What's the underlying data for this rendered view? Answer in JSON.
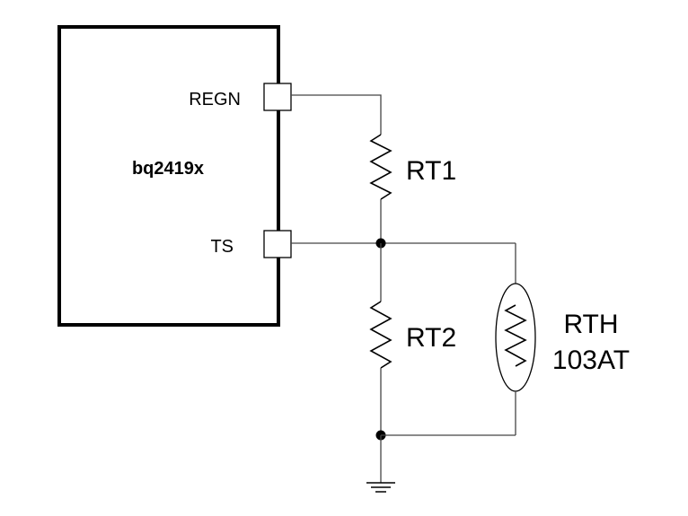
{
  "chip": {
    "name": "bq2419x",
    "pins": {
      "regn": "REGN",
      "ts": "TS"
    }
  },
  "components": {
    "rt1": "RT1",
    "rt2": "RT2",
    "rth": {
      "line1": "RTH",
      "line2": "103AT"
    }
  }
}
